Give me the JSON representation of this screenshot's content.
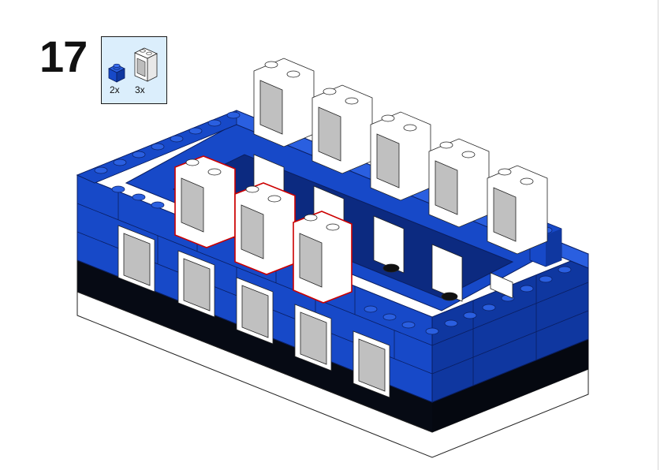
{
  "step": {
    "number": "17"
  },
  "parts_list": {
    "items": [
      {
        "part": "blue-1x1-brick-icon",
        "quantity": "2x",
        "color": "#1749c8"
      },
      {
        "part": "white-window-frame-icon",
        "quantity": "3x",
        "color": "#ffffff"
      }
    ]
  },
  "model": {
    "subject": "blue-building-with-windows-icon",
    "colors": {
      "brick": "#1749c8",
      "brick_dark": "#0f37a0",
      "brick_top": "#2a5fe0",
      "base": "#000000",
      "plate": "#ffffff",
      "highlight": "#cc0000",
      "glass": "#c8c8c8"
    }
  }
}
